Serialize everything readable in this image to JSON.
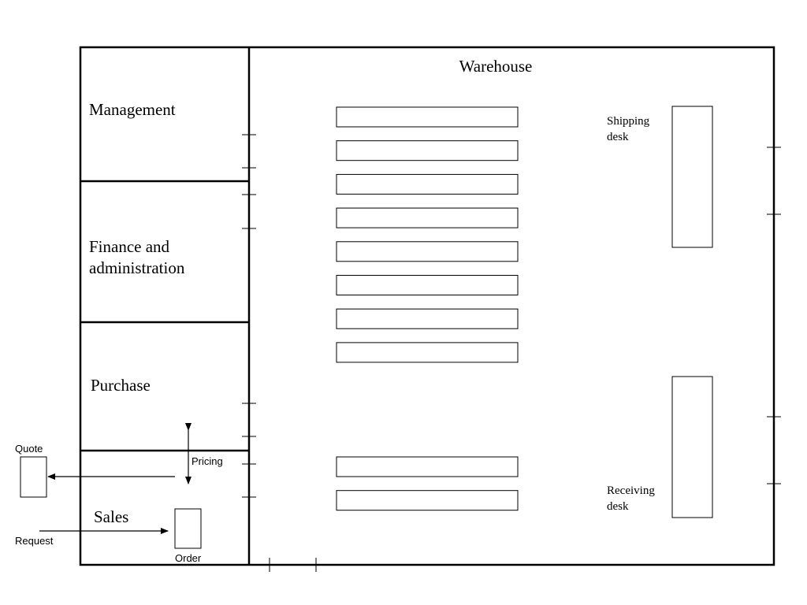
{
  "rooms": {
    "management": "Management",
    "finance_line1": "Finance and",
    "finance_line2": "administration",
    "purchase": "Purchase",
    "sales": "Sales",
    "warehouse": "Warehouse"
  },
  "desks": {
    "shipping_line1": "Shipping",
    "shipping_line2": "desk",
    "receiving_line1": "Receiving",
    "receiving_line2": "desk"
  },
  "flows": {
    "quote": "Quote",
    "pricing": "Pricing",
    "request": "Request",
    "order": "Order"
  },
  "shelves": {
    "upper_count": 8,
    "lower_count": 2
  }
}
